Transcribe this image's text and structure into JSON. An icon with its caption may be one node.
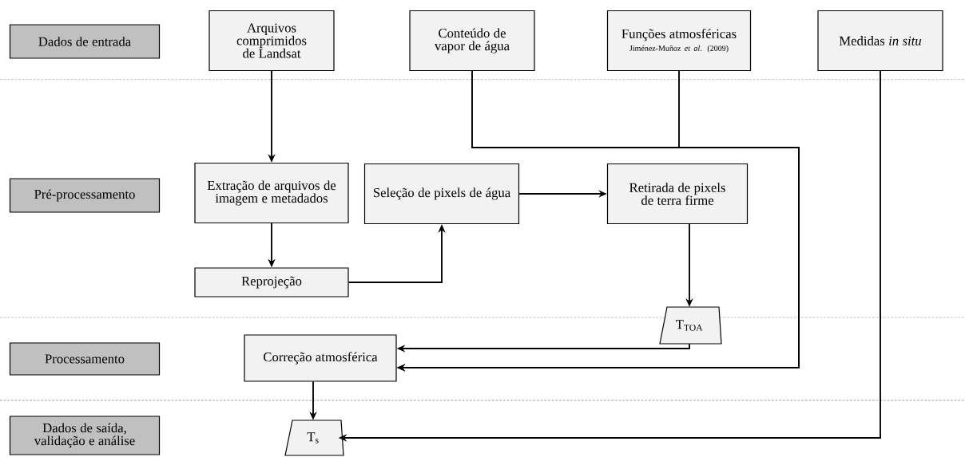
{
  "diagram": {
    "nodes": [
      {
        "text": [
          "Dados de entrada"
        ]
      },
      {
        "text": [
          "Arquivos comprimidos de Landsat"
        ]
      },
      {
        "text": [
          "Conteúdo de vapor de água"
        ]
      },
      {
        "text": [
          "Funções atmosféricas",
          "Jiménez-Muñoz *et al*. (2009)"
        ]
      },
      {
        "text": [
          "Medidas *in situ*"
        ]
      },
      {
        "text": [
          "Pré-processamento"
        ]
      },
      {
        "text": [
          "Extração de arquivos de imagem e metadados"
        ]
      },
      {
        "text": [
          "Seleção de pixels de água"
        ]
      },
      {
        "text": [
          "Retirada de pixels de terra firme"
        ]
      },
      {
        "text": [
          "Reprojeção"
        ]
      },
      {
        "text": [
          "Processamento"
        ]
      },
      {
        "text": [
          "Correção atmosférica"
        ]
      },
      {
        "text": [
          "T$_{TOA}$"
        ]
      },
      {
        "text": [
          "Dados de saída, validação e análise"
        ]
      },
      {
        "text": [
          "T$_{s}$"
        ]
      }
    ],
    "edges": [
      {
        "from": 1,
        "to": 6,
        "arrow": "to"
      },
      {
        "from": 6,
        "to": 9,
        "arrow": "to"
      },
      {
        "from": 9,
        "to": 7,
        "arrow": "to"
      },
      {
        "from": 7,
        "to": 8,
        "arrow": "to"
      },
      {
        "from": 8,
        "to": 12,
        "arrow": "to"
      },
      {
        "from": 12,
        "to": 11,
        "arrow": "to"
      },
      {
        "from": 2,
        "to": 11,
        "arrow": "to"
      },
      {
        "from": 3,
        "to": 11,
        "arrow": "to"
      },
      {
        "from": 11,
        "to": 14,
        "arrow": "to"
      },
      {
        "from": 4,
        "to": 14,
        "arrow": "to"
      }
    ]
  }
}
